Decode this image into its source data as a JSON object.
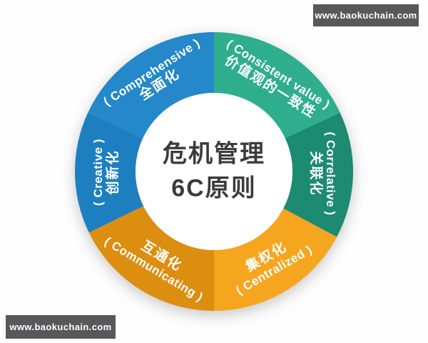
{
  "page": {
    "background": "#fefefe",
    "center_text_color": "#3b3b3b"
  },
  "watermark": {
    "top_right_text": "www.baokuchain.com",
    "bottom_left_text": "www.baokuchain.com",
    "bg_color": "#58575a",
    "text_color": "#ffffff"
  },
  "center": {
    "line1": "危机管理",
    "line2": "6C原则"
  },
  "chart_data": {
    "type": "pie",
    "style": "donut",
    "title": "危机管理 6C原则",
    "outer_radius_px": 195,
    "inner_radius_px": 110,
    "segments": [
      {
        "id": "consistent-value",
        "en": "( Consistent value )",
        "zh": "价值观的一致性",
        "color": "#2fae8e",
        "start_deg": 0,
        "end_deg": 65
      },
      {
        "id": "correlative",
        "en": "( Correlative )",
        "zh": "关联化",
        "color": "#1d8a72",
        "start_deg": 65,
        "end_deg": 118
      },
      {
        "id": "centralized",
        "en": "( Centralized )",
        "zh": "集权化",
        "color": "#f6a51f",
        "start_deg": 118,
        "end_deg": 180
      },
      {
        "id": "communicating",
        "en": "( Communicating )",
        "zh": "互通化",
        "color": "#dc8e11",
        "start_deg": 180,
        "end_deg": 244
      },
      {
        "id": "creative",
        "en": "( Creative )",
        "zh": "创新化",
        "color": "#1e7fc0",
        "start_deg": 244,
        "end_deg": 295
      },
      {
        "id": "comprehensive",
        "en": "( Comprehensive )",
        "zh": "全面化",
        "color": "#2488ca",
        "start_deg": 295,
        "end_deg": 360
      }
    ]
  }
}
